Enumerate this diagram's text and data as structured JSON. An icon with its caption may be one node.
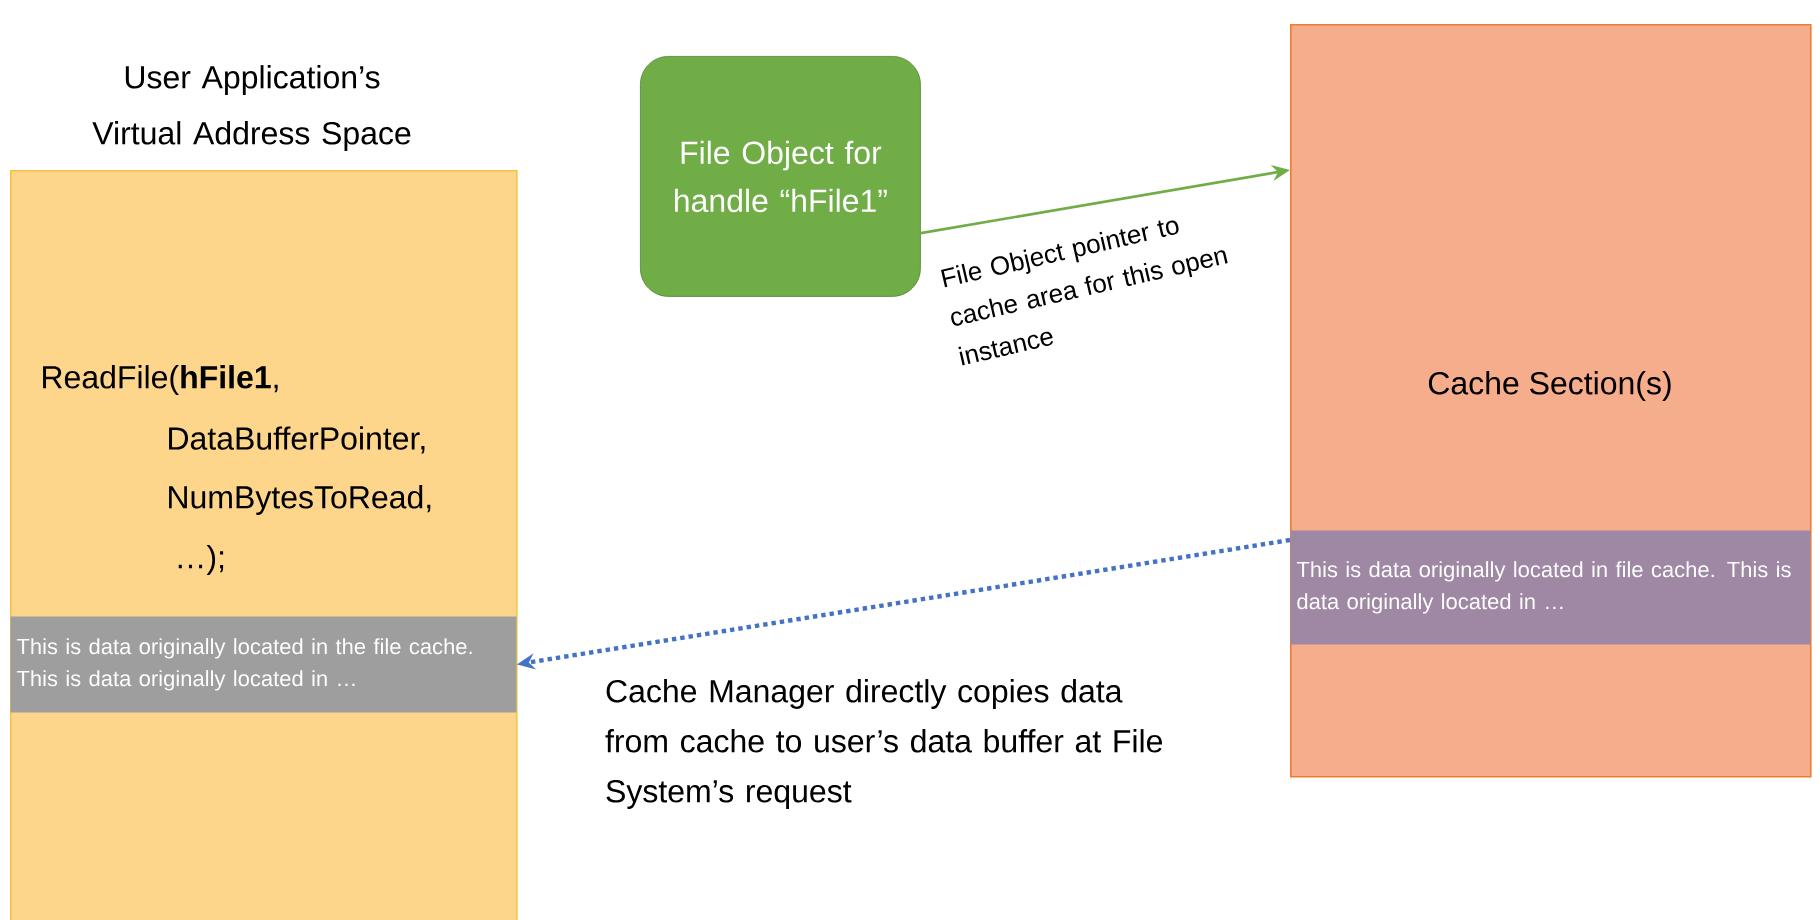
{
  "diagram": {
    "nodes": [
      {
        "text": [
          "User Application’s Virtual Address Space",
          "ReadFile(**hFile1**,",
          "DataBufferPointer,",
          "NumBytesToRead,",
          "…);"
        ]
      },
      {
        "text": [
          "This is data originally located in the file cache.  This is data originally located in …"
        ],
        "in": 0
      },
      {
        "text": [
          "File Object for handle “hFile1”"
        ]
      },
      {
        "text": [
          "Cache Section(s)"
        ]
      },
      {
        "text": [
          "This is data originally located in  file cache. This is data originally located in …"
        ],
        "in": 3
      }
    ],
    "edges": [
      {
        "from": 2,
        "to": 3,
        "arrow": "to",
        "label": "File Object pointer to cache area for this open instance",
        "color": "#70ad47"
      },
      {
        "from": 4,
        "to": 1,
        "arrow": "to",
        "style": "dashed",
        "label": "Cache Manager directly copies data from cache to user’s data buffer at File System’s request",
        "color": "#4472c4"
      }
    ]
  }
}
